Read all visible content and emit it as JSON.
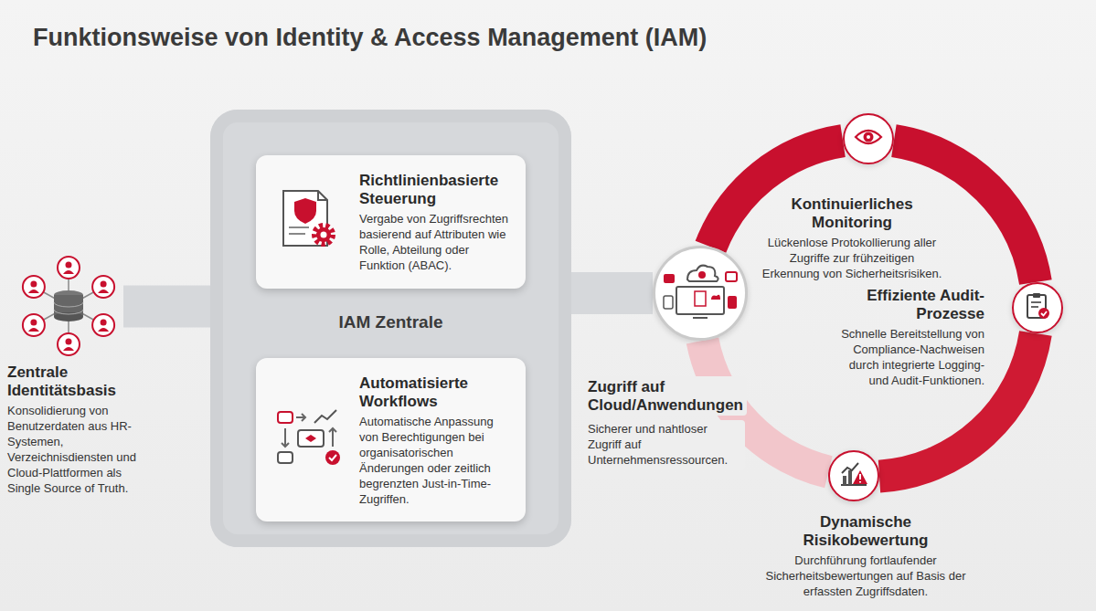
{
  "diagram": {
    "title": "Funktionsweise von Identity & Access Management (IAM)",
    "nodes": [
      {
        "text": [
          "Zentrale Identitätsbasis",
          "Konsolidierung von Benutzerdaten aus HR-Systemen, Verzeichnisdiensten und Cloud-Plattformen als Single Source of Truth."
        ]
      },
      {
        "text": [
          "IAM Zentrale"
        ]
      },
      {
        "text": [
          "Richtlinienbasierte Steuerung",
          "Vergabe von Zugriffsrechten basierend auf Attributen wie Rolle, Abteilung oder Funktion (ABAC)."
        ],
        "in": 1
      },
      {
        "text": [
          "Automatisierte Workflows",
          "Automatische Anpassung von Berechtigungen bei organisatorischen Änderungen oder zeitlich begrenzten Just-in-Time-Zugriffen."
        ],
        "in": 1
      },
      {
        "text": [
          "Zugriff auf Cloud/Anwendungen",
          "Sicherer und nahtloser Zugriff auf Unternehmensressourcen."
        ]
      },
      {
        "text": [
          "Kontinuierliches Monitoring",
          "Lückenlose Protokollierung aller Zugriffe zur frühzeitigen Erkennung von Sicherheitsrisiken."
        ]
      },
      {
        "text": [
          "Effiziente Audit-Prozesse",
          "Schnelle Bereitstellung von Compliance-Nachweisen durch integrierte Logging- und Audit-Funktionen."
        ]
      },
      {
        "text": [
          "Dynamische Risikobewertung",
          "Durchführung fortlaufender Sicherheitsbewertungen auf Basis der erfassten Zugriffsdaten."
        ]
      }
    ],
    "edges": [
      {
        "from": 0,
        "to": 1,
        "arrow": "none"
      },
      {
        "from": 1,
        "to": 4,
        "arrow": "none"
      },
      {
        "from": 4,
        "to": 5,
        "arrow": "none"
      },
      {
        "from": 5,
        "to": 6,
        "arrow": "none"
      },
      {
        "from": 6,
        "to": 7,
        "arrow": "none"
      },
      {
        "from": 7,
        "to": 4,
        "arrow": "none"
      }
    ]
  }
}
